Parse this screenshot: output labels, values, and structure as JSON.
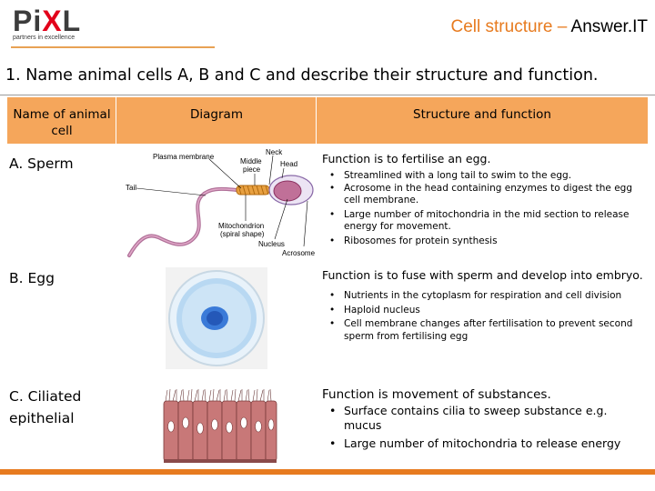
{
  "header": {
    "logo_main": "Pi",
    "logo_x": "X",
    "logo_end": "L",
    "logo_tagline": "partners in excellence",
    "title_part1": "Cell structure – ",
    "title_part2": "Answer.IT"
  },
  "question": "1. Name animal cells A, B and C and describe their structure and function.",
  "table": {
    "headers": [
      "Name of animal cell",
      "Diagram",
      "Structure and function"
    ],
    "rows": [
      {
        "name": "A. Sperm",
        "diagram_labels": {
          "neck": "Neck",
          "middle": "Middle",
          "piece": "piece",
          "head": "Head",
          "plasma": "Plasma membrane",
          "tail": "Tail",
          "mito1": "Mitochondrion",
          "mito2": "(spiral shape)",
          "nucleus": "Nucleus",
          "acrosome": "Acrosome"
        },
        "function": "Function is to fertilise an egg.",
        "bullets": [
          "Streamlined with a long tail to swim to the egg.",
          "Acrosome in the head containing enzymes to digest the egg cell membrane.",
          "Large number of mitochondria in the mid section to release energy for movement.",
          "Ribosomes for protein synthesis"
        ]
      },
      {
        "name": "B. Egg",
        "function": "Function is to fuse with sperm and develop into embryo.",
        "bullets": [
          "Nutrients in the cytoplasm for respiration and cell division",
          "Haploid nucleus",
          "Cell membrane changes after fertilisation to prevent second sperm from fertilising egg"
        ]
      },
      {
        "name_line1": "C. Ciliated",
        "name_line2": "epithelial",
        "function": "Function is movement of substances.",
        "bullets": [
          "Surface contains cilia to sweep substance e.g. mucus",
          "Large number of mitochondria to release energy"
        ]
      }
    ]
  },
  "colors": {
    "accent_orange": "#e77b1f",
    "header_fill": "#f5a65b",
    "logo_red": "#e2001a"
  }
}
